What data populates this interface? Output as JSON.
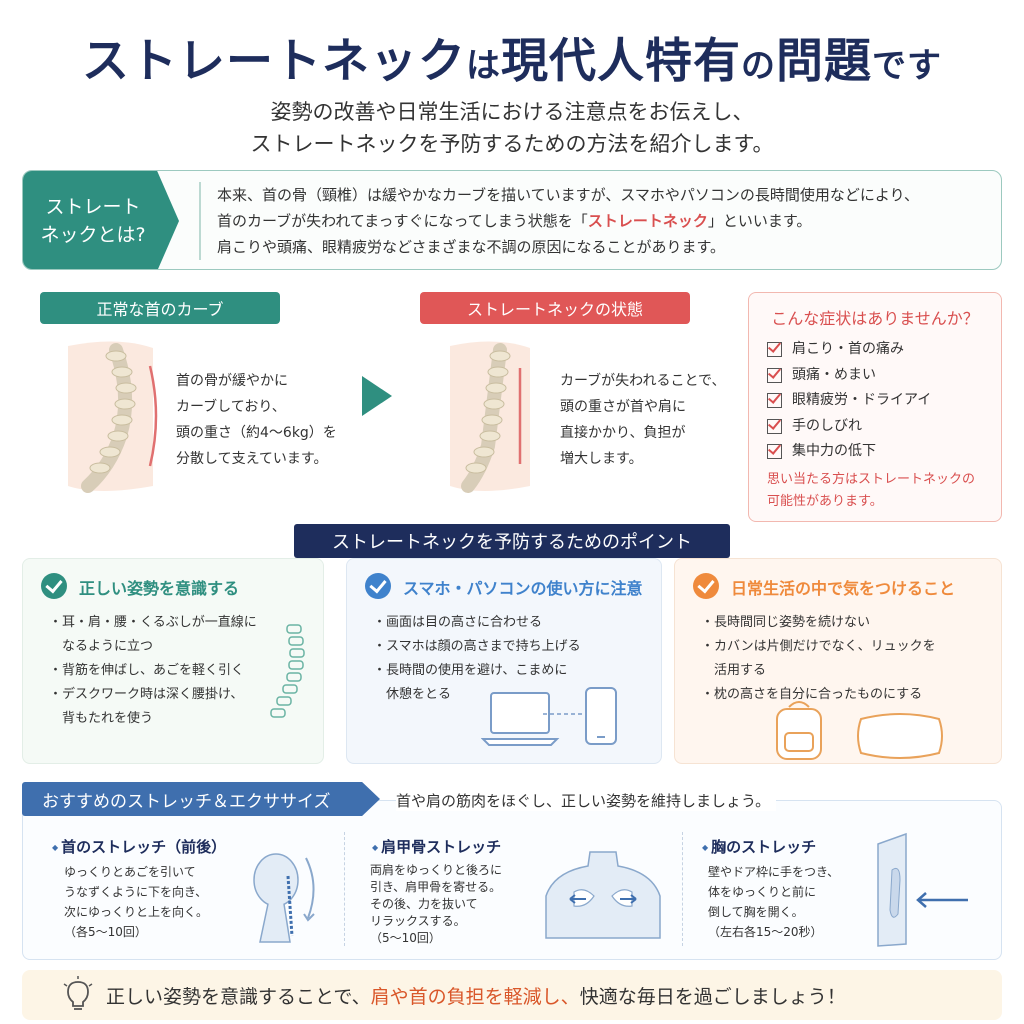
{
  "header": {
    "title_main": "ストレートネック",
    "title_wa": "は",
    "title_mid": "現代人特有",
    "title_no": "の",
    "title_end": "問題",
    "title_desu": "です",
    "subtitle_line1": "姿勢の改善や日常生活における注意点をお伝えし、",
    "subtitle_line2": "ストレートネックを予防するための方法を紹介します。"
  },
  "definition": {
    "tag_line1": "ストレート",
    "tag_line2": "ネックとは?",
    "line1": "本来、首の骨（頸椎）は緩やかなカーブを描いていますが、スマホやパソコンの長時間使用などにより、",
    "line2_pre": "首のカーブが失われてまっすぐになってしまう状態を「",
    "line2_hl": "ストレートネック",
    "line2_post": "」といいます。",
    "line3": "肩こりや頭痛、眼精疲労などさまざまな不調の原因になることがあります。"
  },
  "comparison": {
    "normal_label": "正常な首のカーブ",
    "normal_text": [
      "首の骨が緩やかに",
      "カーブしており、",
      "頭の重さ（約4〜6kg）を",
      "分散して支えています。"
    ],
    "straight_label": "ストレートネックの状態",
    "straight_text": [
      "カーブが失われることで、",
      "頭の重さが首や肩に",
      "直接かかり、負担が",
      "増大します。"
    ]
  },
  "symptoms": {
    "title": "こんな症状はありませんか？",
    "items": [
      "肩こり・首の痛み",
      "頭痛・めまい",
      "眼精疲労・ドライアイ",
      "手のしびれ",
      "集中力の低下"
    ],
    "note_line1": "思い当たる方はストレートネックの",
    "note_line2": "可能性があります。"
  },
  "points": {
    "heading": "ストレートネックを予防するためのポイント",
    "cards": [
      {
        "title": "正しい姿勢を意識する",
        "color": "#2f8f80",
        "lines": [
          "耳・肩・腰・くるぶしが一直線に",
          "なるように立つ",
          "背筋を伸ばし、あごを軽く引く",
          "デスクワーク時は深く腰掛け、",
          "背もたれを使う"
        ]
      },
      {
        "title": "スマホ・パソコンの使い方に注意",
        "color": "#3f82cc",
        "lines": [
          "画面は目の高さに合わせる",
          "スマホは顔の高さまで持ち上げる",
          "長時間の使用を避け、こまめに",
          "休憩をとる"
        ]
      },
      {
        "title": "日常生活の中で気をつけること",
        "color": "#ef8a3c",
        "lines": [
          "長時間同じ姿勢を続けない",
          "カバンは片側だけでなく、リュックを",
          "活用する",
          "枕の高さを自分に合ったものにする"
        ]
      }
    ]
  },
  "stretch": {
    "heading": "おすすめのストレッチ＆エクササイズ",
    "subheading": "首や肩の筋肉をほぐし、正しい姿勢を維持しましょう。",
    "items": [
      {
        "title": "首のストレッチ（前後）",
        "lines": [
          "ゆっくりとあごを引いて",
          "うなずくように下を向き、",
          "次にゆっくりと上を向く。",
          "（各5〜10回）"
        ]
      },
      {
        "title": "肩甲骨ストレッチ",
        "lines": [
          "両肩をゆっくりと後ろに",
          "引き、肩甲骨を寄せる。",
          "その後、力を抜いて",
          "リラックスする。",
          "（5〜10回）"
        ]
      },
      {
        "title": "胸のストレッチ",
        "lines": [
          "壁やドア枠に手をつき、",
          "体をゆっくりと前に",
          "倒して胸を開く。",
          "（左右各15〜20秒）"
        ]
      }
    ]
  },
  "footer": {
    "pre": "正しい姿勢を意識することで、",
    "hl": "肩や首の負担を軽減し、",
    "post": "快適な毎日を過ごしましょう！"
  }
}
